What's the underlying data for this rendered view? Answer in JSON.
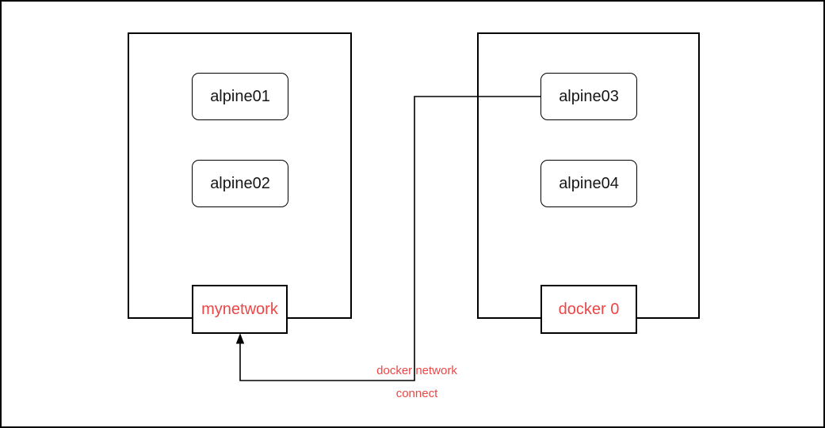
{
  "diagram": {
    "colors": {
      "accent_red": "#ec4646",
      "line_black": "#000000",
      "background": "#ffffff"
    },
    "left_group": {
      "containers": [
        {
          "label": "alpine01"
        },
        {
          "label": "alpine02"
        }
      ],
      "network_label": "mynetwork"
    },
    "right_group": {
      "containers": [
        {
          "label": "alpine03"
        },
        {
          "label": "alpine04"
        }
      ],
      "network_label": "docker 0"
    },
    "connector": {
      "label_line1": "docker network",
      "label_line2": "connect"
    }
  }
}
